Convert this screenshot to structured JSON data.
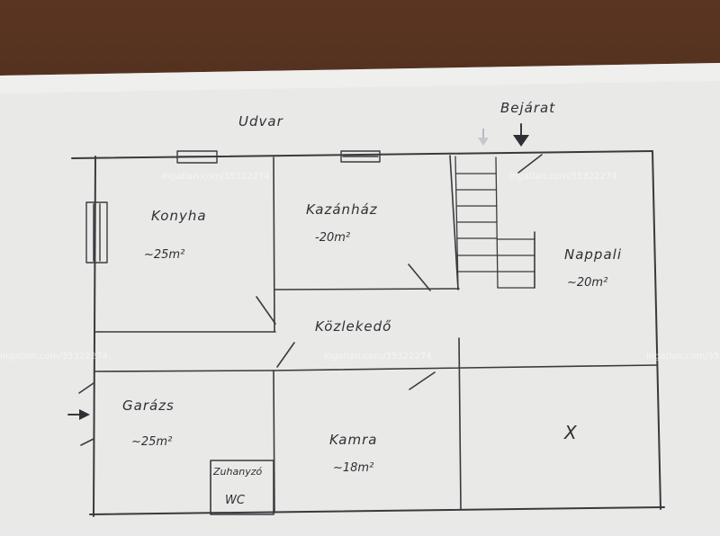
{
  "labels": {
    "udvar": "Udvar",
    "bejarat": "Bejárat",
    "konyha": "Konyha",
    "konyha_area": "~25m²",
    "kazanhaz": "Kazánház",
    "kazanhaz_area": "-20m²",
    "nappali": "Nappali",
    "nappali_area": "~20m²",
    "kozlekedo": "Közlekedő",
    "garazs": "Garázs",
    "garazs_area": "~25m²",
    "kamra": "Kamra",
    "kamra_area": "~18m²",
    "zuhanyzo": "Zuhanyzó",
    "wc": "WC",
    "x_mark": "X"
  },
  "watermark": "ingatlan.com/35322274",
  "colors": {
    "paper": "#ececea",
    "pencil": "#3a3a3e",
    "wood": "#4a2b1b"
  }
}
